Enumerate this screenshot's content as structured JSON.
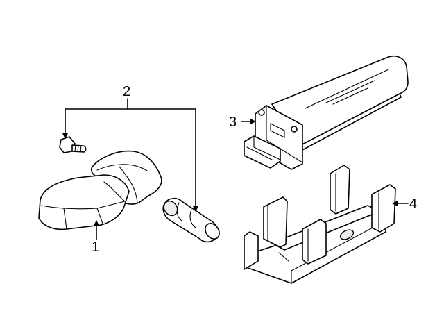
{
  "callouts": {
    "part1": "1",
    "part2": "2",
    "part3": "3",
    "part4": "4"
  },
  "parts": [
    {
      "callout": "1",
      "name": "sensor-body"
    },
    {
      "callout": "2",
      "name": "screw-and-valve-stem"
    },
    {
      "callout": "3",
      "name": "control-module"
    },
    {
      "callout": "4",
      "name": "mounting-bracket"
    }
  ],
  "colors": {
    "line": "#000000",
    "background": "#ffffff",
    "shade": "#ececec"
  }
}
